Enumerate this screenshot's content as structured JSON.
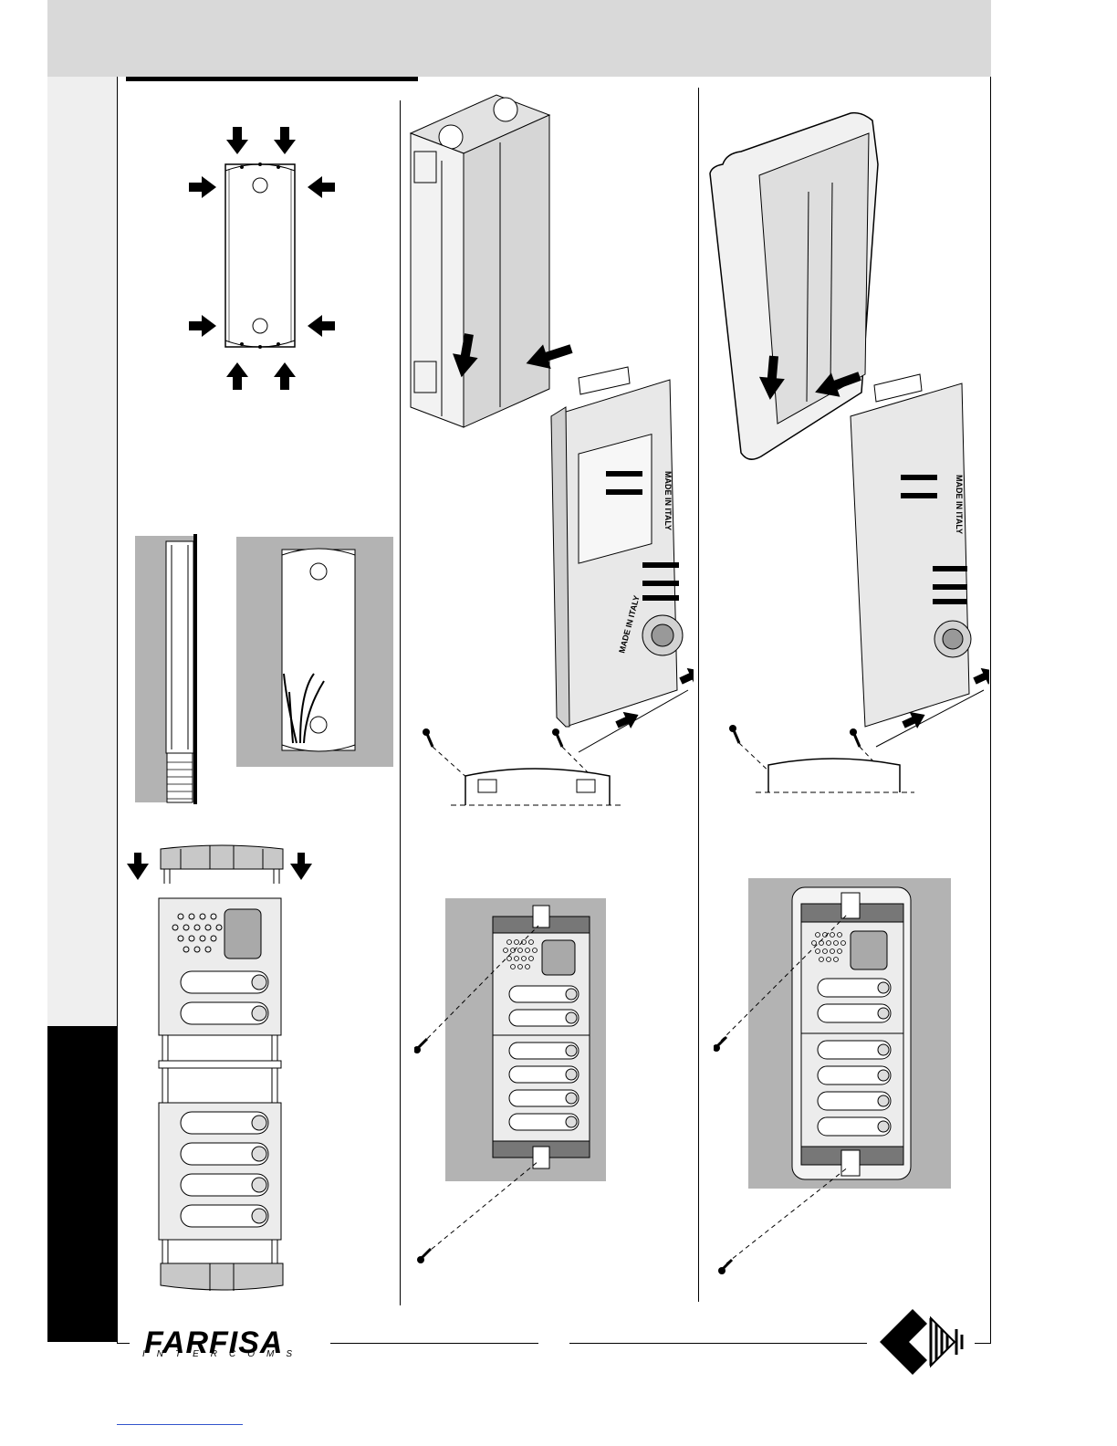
{
  "brand": {
    "name": "FARFISA",
    "tagline": "INTERCOMS"
  },
  "illustration_labels": {
    "made_in_italy": "MADE IN ITALY"
  },
  "colors": {
    "header_band": "#d9d9d9",
    "side_strip_light": "#efefef",
    "side_strip_dark": "#000000",
    "wall_grey": "#b3b3b3",
    "panel_grey": "#d4d4d4",
    "dark_grey": "#7a7a7a"
  },
  "icons": [
    "arrow-down-icon",
    "arrow-up-icon",
    "arrow-left-icon",
    "arrow-right-icon",
    "screw-icon",
    "brand-diamond-icon"
  ]
}
